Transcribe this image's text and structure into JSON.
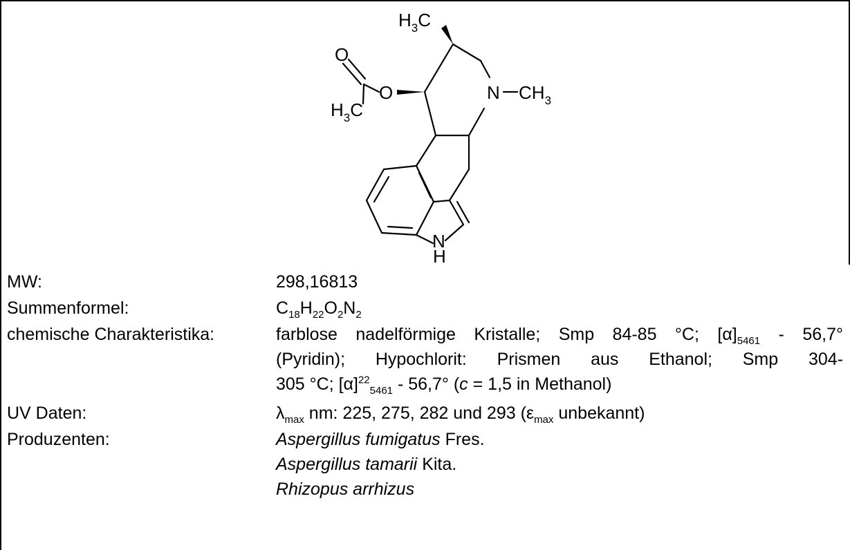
{
  "structure": {
    "atoms": {
      "h3c_top": "H",
      "h3c_top_sub": "3",
      "h3c_top_c": "C",
      "o_carbonyl": "O",
      "o_ester": "O",
      "h3c_acetyl": "H",
      "h3c_acetyl_sub": "3",
      "h3c_acetyl_c": "C",
      "n_methyl": "N",
      "ch3_right": "CH",
      "ch3_right_sub": "3",
      "nh_n": "N",
      "nh_h": "H"
    }
  },
  "properties": {
    "mw_label": "MW:",
    "mw_value": "298,16813",
    "formula_label": "Summenformel:",
    "formula": {
      "c": "C",
      "c_n": "18",
      "h": "H",
      "h_n": "22",
      "o": "O",
      "o_n": "2",
      "n": "N",
      "n_n": "2"
    },
    "chem_label": "chemische Charakteristika:",
    "chem_line1_a": "farblose nadelförmige Kristalle; Smp 84-85 °C; [α]",
    "chem_line1_sub": "5461",
    "chem_line1_b": " - 56,7°",
    "chem_line2": "(Pyridin); Hypochlorit: Prismen aus Ethanol; Smp 304-",
    "chem_line3_a": "305 °C; [α]",
    "chem_line3_sup": "22",
    "chem_line3_sub": "5461",
    "chem_line3_b": " - 56,7° (",
    "chem_line3_c": "c",
    "chem_line3_d": " = 1,5 in Methanol)",
    "uv_label": "UV Daten:",
    "uv_lambda": "λ",
    "uv_lambda_sub": "max",
    "uv_a": " nm: 225, 275, 282 und 293 (ε",
    "uv_eps_sub": "max",
    "uv_b": " unbekannt)",
    "producers_label": "Produzenten:",
    "producers": [
      {
        "species": "Aspergillus fumigatus",
        "author": " Fres."
      },
      {
        "species": "Aspergillus tamarii",
        "author": " Kita."
      },
      {
        "species": "Rhizopus arrhizus",
        "author": ""
      }
    ]
  }
}
